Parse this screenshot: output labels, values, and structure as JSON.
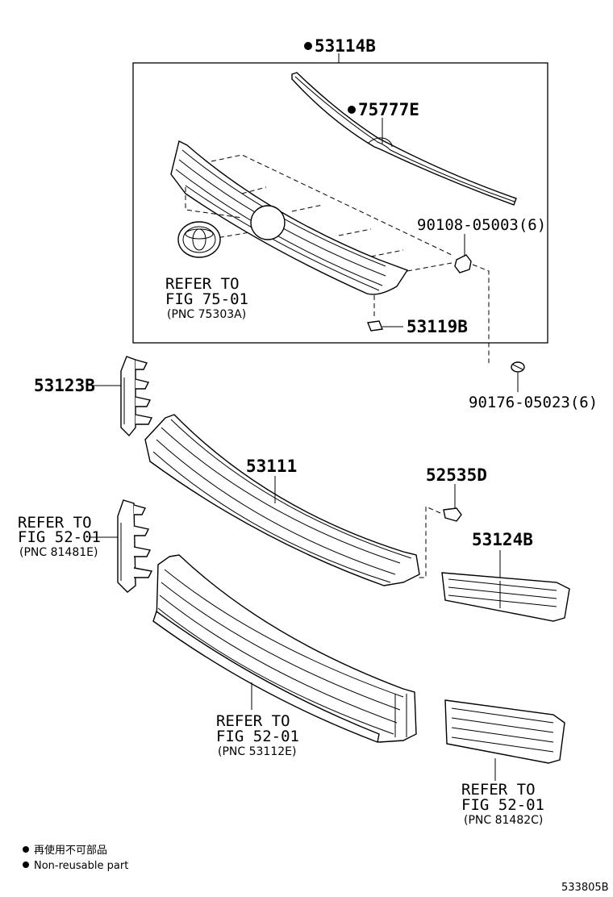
{
  "callouts": {
    "p53114B": "53114B",
    "p75777E": "75777E",
    "p90108": "90108-05003(6)",
    "p53119B": "53119B",
    "p90176": "90176-05023(6)",
    "p53123B": "53123B",
    "p53111": "53111",
    "p52535D": "52535D",
    "p53124B": "53124B"
  },
  "refs": {
    "emblem": {
      "line1": "REFER TO",
      "line2": "FIG 75-01",
      "line3": "(PNC 75303A)"
    },
    "side_left": {
      "line1": "REFER TO",
      "line2": "FIG 52-01",
      "line3": "(PNC 81481E)"
    },
    "lower_grille": {
      "line1": "REFER TO",
      "line2": "FIG 52-01",
      "line3": "(PNC 53112E)"
    },
    "lower_right": {
      "line1": "REFER TO",
      "line2": "FIG 52-01",
      "line3": "(PNC 81482C)"
    }
  },
  "legend": {
    "jp": "再使用不可部品",
    "en": "Non-reusable part"
  },
  "figure_id": "533805B"
}
